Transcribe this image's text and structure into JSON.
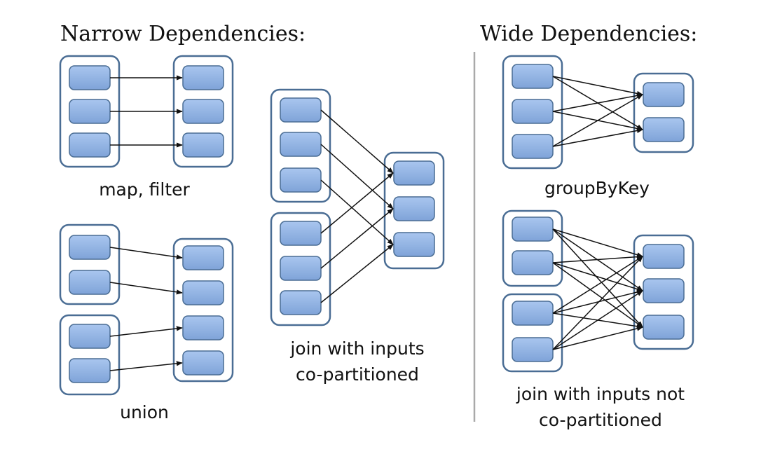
{
  "headings": {
    "narrow": "Narrow Dependencies:",
    "wide": "Wide Dependencies:"
  },
  "captions": {
    "map_filter": "map, filter",
    "union": "union",
    "join_copart_line1": "join with inputs",
    "join_copart_line2": "co-partitioned",
    "groupbykey": "groupByKey",
    "join_notcopart_line1": "join with inputs not",
    "join_notcopart_line2": "co-partitioned"
  },
  "colors": {
    "group_border": "#4a6d94",
    "partition_fill": "#8eb1e3",
    "partition_border": "#4a6d94",
    "arrow": "#111111",
    "divider": "#a9a9a9"
  }
}
